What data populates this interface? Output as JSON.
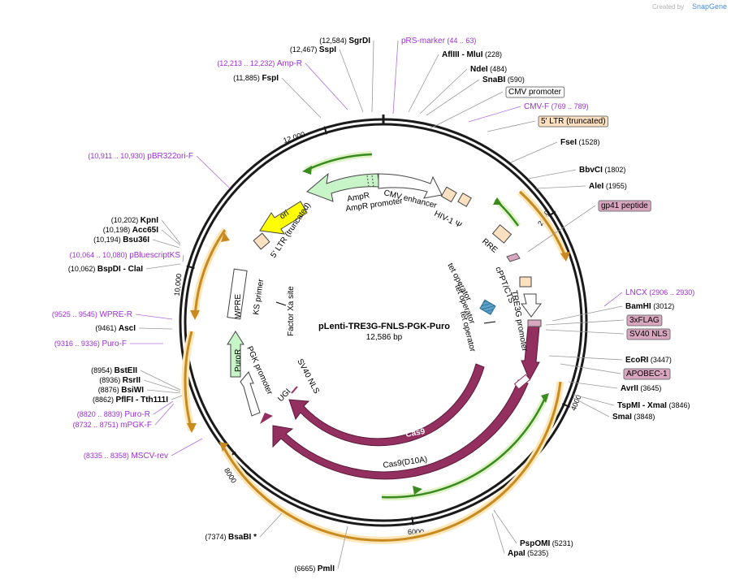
{
  "credit": {
    "prefix": "Created by",
    "brand": "SnapGene"
  },
  "plasmid": {
    "name": "pLenti-TRE3G-FNLS-PGK-Puro",
    "size_label": "12,586 bp",
    "total_bp": 12586
  },
  "ticks": [
    {
      "bp": 2000,
      "label": "2000"
    },
    {
      "bp": 4000,
      "label": "4000"
    },
    {
      "bp": 6000,
      "label": "6000"
    },
    {
      "bp": 8000,
      "label": "8000"
    },
    {
      "bp": 10000,
      "label": "10,000"
    },
    {
      "bp": 12000,
      "label": "12,000"
    }
  ],
  "colors": {
    "backbone": "#1a1a1a",
    "primer": "#9b30d9",
    "cas9": "#933060",
    "green": "#6fbf3a",
    "orange": "#f0a030",
    "ori": "#ffff00",
    "ampr": "#c8f5c8",
    "ltr": "#fde0c0",
    "purple_feature": "#d9a6c0"
  },
  "labels": [
    {
      "pos": "12,584",
      "name": "SgrDI",
      "kind": "enzyme"
    },
    {
      "pos": "12,467",
      "name": "SspI",
      "kind": "enzyme"
    },
    {
      "pos": "12,213 .. 12,232",
      "name": "Amp-R",
      "kind": "primer"
    },
    {
      "pos": "11,885",
      "name": "FspI",
      "kind": "enzyme"
    },
    {
      "pos": "10,911 .. 10,930",
      "name": "pBR322ori-F",
      "kind": "primer"
    },
    {
      "pos": "10,202",
      "name": "KpnI",
      "kind": "enzyme"
    },
    {
      "pos": "10,198",
      "name": "Acc65I",
      "kind": "enzyme"
    },
    {
      "pos": "10,194",
      "name": "Bsu36I",
      "kind": "enzyme"
    },
    {
      "pos": "10,064 .. 10,080",
      "name": "pBluescriptKS",
      "kind": "primer"
    },
    {
      "pos": "10,062",
      "name": "BspDI - ClaI",
      "kind": "enzyme"
    },
    {
      "pos": "9525 .. 9545",
      "name": "WPRE-R",
      "kind": "primer"
    },
    {
      "pos": "9461",
      "name": "AscI",
      "kind": "enzyme"
    },
    {
      "pos": "9316 .. 9336",
      "name": "Puro-F",
      "kind": "primer"
    },
    {
      "pos": "8954",
      "name": "BstEII",
      "kind": "enzyme"
    },
    {
      "pos": "8936",
      "name": "RsrII",
      "kind": "enzyme"
    },
    {
      "pos": "8876",
      "name": "BsiWI",
      "kind": "enzyme"
    },
    {
      "pos": "8862",
      "name": "PflFI - Tth111I",
      "kind": "enzyme"
    },
    {
      "pos": "8820 .. 8839",
      "name": "Puro-R",
      "kind": "primer"
    },
    {
      "pos": "8732 .. 8751",
      "name": "mPGK-F",
      "kind": "primer"
    },
    {
      "pos": "8335 .. 8358",
      "name": "MSCV-rev",
      "kind": "primer"
    },
    {
      "pos": "7374",
      "name": "BsaBI *",
      "kind": "enzyme"
    },
    {
      "pos": "6665",
      "name": "PmlI",
      "kind": "enzyme"
    },
    {
      "pos": "44 .. 63",
      "name": "pRS-marker",
      "kind": "primer"
    },
    {
      "pos": "228",
      "name": "AflIII - MluI",
      "kind": "enzyme"
    },
    {
      "pos": "484",
      "name": "NdeI",
      "kind": "enzyme"
    },
    {
      "pos": "590",
      "name": "SnaBI",
      "kind": "enzyme"
    },
    {
      "pos": "",
      "name": "CMV promoter",
      "kind": "feature_box"
    },
    {
      "pos": "769 .. 789",
      "name": "CMV-F",
      "kind": "primer"
    },
    {
      "pos": "",
      "name": "5' LTR (truncated)",
      "kind": "feature_box"
    },
    {
      "pos": "1528",
      "name": "FseI",
      "kind": "enzyme"
    },
    {
      "pos": "1802",
      "name": "BbvCI",
      "kind": "enzyme"
    },
    {
      "pos": "1955",
      "name": "AleI",
      "kind": "enzyme"
    },
    {
      "pos": "",
      "name": "gp41 peptide",
      "kind": "feature_box"
    },
    {
      "pos": "2906 .. 2930",
      "name": "LNCX",
      "kind": "primer"
    },
    {
      "pos": "3012",
      "name": "BamHI",
      "kind": "enzyme"
    },
    {
      "pos": "",
      "name": "3xFLAG",
      "kind": "feature_box"
    },
    {
      "pos": "",
      "name": "SV40 NLS",
      "kind": "feature_box"
    },
    {
      "pos": "3447",
      "name": "EcoRI",
      "kind": "enzyme"
    },
    {
      "pos": "",
      "name": "APOBEC-1",
      "kind": "feature_box"
    },
    {
      "pos": "3645",
      "name": "AvrII",
      "kind": "enzyme"
    },
    {
      "pos": "3846",
      "name": "TspMI - XmaI",
      "kind": "enzyme"
    },
    {
      "pos": "3848",
      "name": "SmaI",
      "kind": "enzyme"
    },
    {
      "pos": "5231",
      "name": "PspOMI",
      "kind": "enzyme"
    },
    {
      "pos": "5235",
      "name": "ApaI",
      "kind": "enzyme"
    }
  ],
  "inner_labels": {
    "ampr": "AmpR",
    "ampr_promoter": "AmpR promoter",
    "cmv_enhancer": "CMV enhancer",
    "hiv_psi": "HIV-1 Ψ",
    "rre": "RRE",
    "ori": "ori",
    "ltr5": "5' LTR (truncated)",
    "cppt": "cPPT/CTS",
    "tre3g": "TRE3G promoter",
    "tet_op1": "tet operator",
    "tet_op2": "tet operator",
    "tet_op3": "tet operator",
    "ks_primer": "KS primer",
    "wpre": "WPRE",
    "factor_xa": "Factor Xa site",
    "pgk": "PGK promoter",
    "puror": "PuroR",
    "sv40nls": "SV40 NLS",
    "ugi": "UGI",
    "cas9": "Cas9",
    "cas9d10a": "Cas9(D10A)"
  }
}
